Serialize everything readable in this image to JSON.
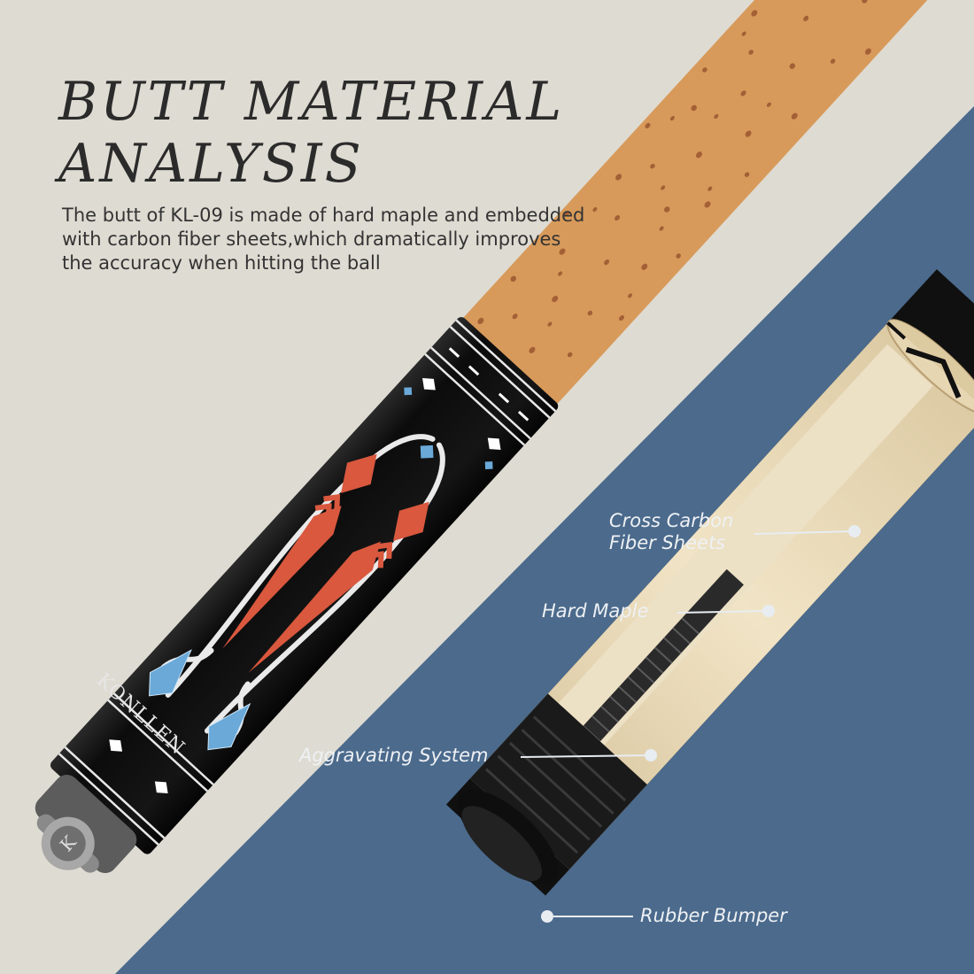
{
  "heading": {
    "line1": "BUTT MATERIAL",
    "line2": "ANALYSIS"
  },
  "description": {
    "line1": "The butt of KL-09 is made of hard maple and embedded",
    "line2": "with carbon fiber sheets,which dramatically improves",
    "line3": "the accuracy when hitting the ball"
  },
  "callouts": {
    "carbon_line1": "Cross Carbon",
    "carbon_line2": "Fiber Sheets",
    "maple": "Hard Maple",
    "aggravating": "Aggravating System",
    "bumper": "Rubber Bumper"
  },
  "cue_logo_text": "KONLLEN",
  "colors": {
    "background_light": "#dedbd2",
    "background_blue": "#4b6a8c",
    "wrap_leather": "#d89a5a",
    "butt_black": "#121212",
    "inlay_red": "#d9583e",
    "inlay_blue": "#6aa9d8",
    "maple_wood": "#eee0c0"
  }
}
